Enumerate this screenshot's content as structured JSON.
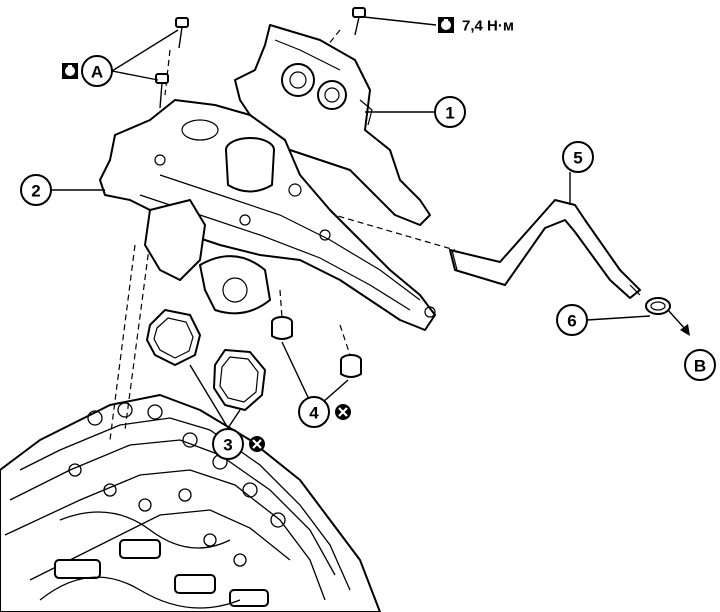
{
  "callouts": {
    "c1": "1",
    "c2": "2",
    "c3": "3",
    "c4": "4",
    "c5": "5",
    "c6": "6",
    "cA": "A",
    "cB": "B"
  },
  "torque": {
    "value": "7,4 Н·м"
  },
  "icons": {
    "torque": "torque-wrench-icon",
    "replace": "do-not-reuse-icon"
  }
}
